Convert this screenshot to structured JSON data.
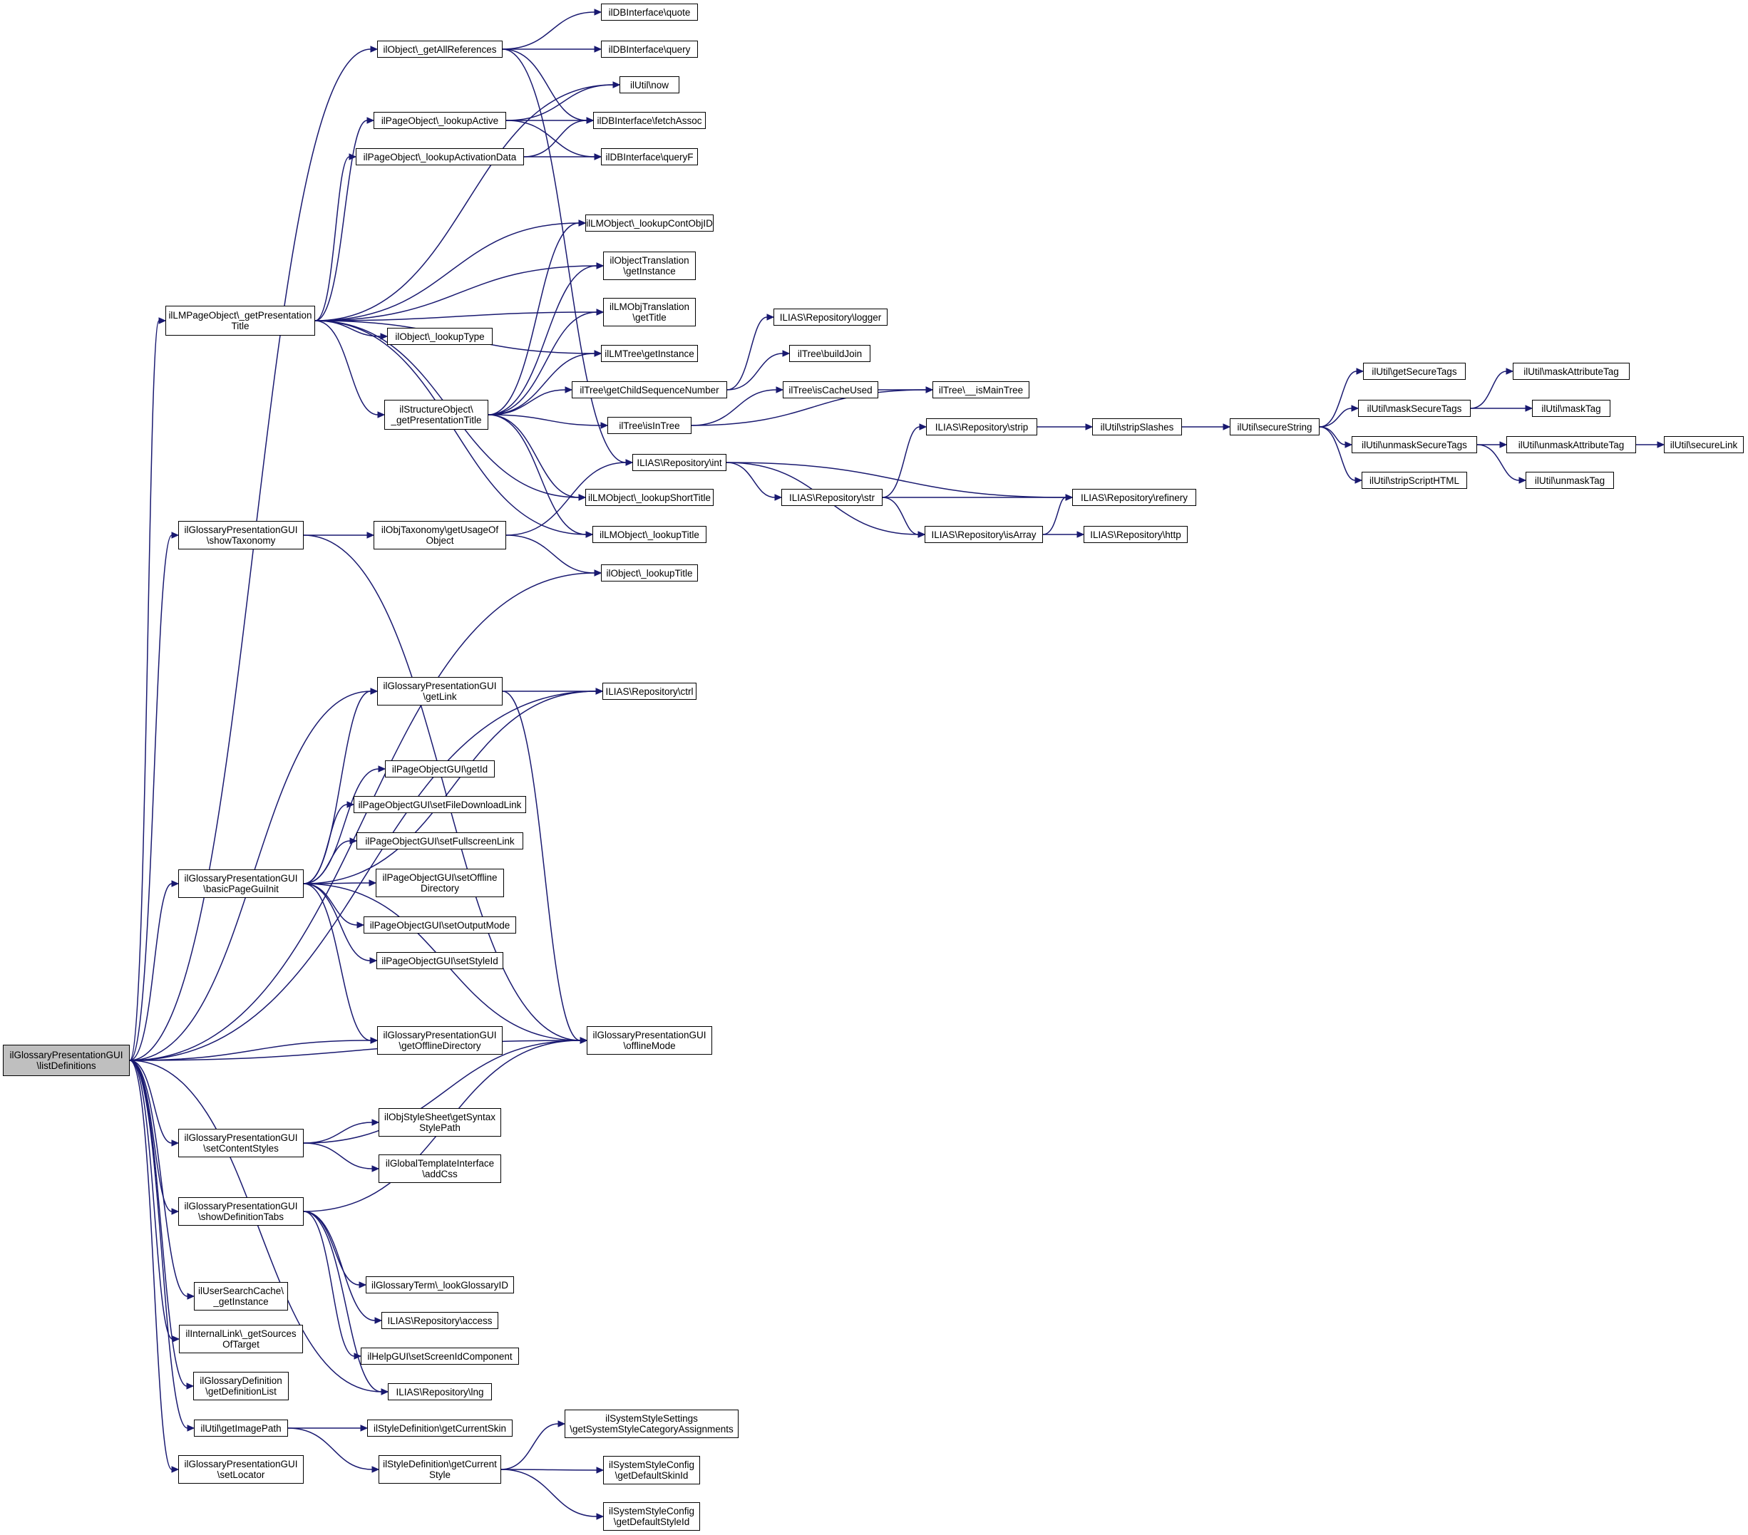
{
  "graph": {
    "root": "n_root",
    "colors": {
      "edge": "#191970",
      "root_fill": "#bfbfbf",
      "node_fill": "#ffffff",
      "node_border": "#000000"
    },
    "nodes": {
      "n_root": "ilGlossaryPresentationGUI\n\\listDefinitions",
      "n_getAllReferences": "ilObject\\_getAllReferences",
      "n_quote": "ilDBInterface\\quote",
      "n_query": "ilDBInterface\\query",
      "n_now": "ilUtil\\now",
      "n_lookupActive": "ilPageObject\\_lookupActive",
      "n_fetchAssoc": "ilDBInterface\\fetchAssoc",
      "n_lookupActivationData": "ilPageObject\\_lookupActivationData",
      "n_queryF": "ilDBInterface\\queryF",
      "n_lookupContObjID": "ilLMObject\\_lookupContObjID",
      "n_objTranslation": "ilObjectTranslation\n\\getInstance",
      "n_getPresTitle": "ilLMPageObject\\_getPresentation\nTitle",
      "n_lmObjTranslation": "ilLMObjTranslation\n\\getTitle",
      "n_lookupType": "ilObject\\_lookupType",
      "n_lmTree": "ilLMTree\\getInstance",
      "n_structPresTitle": "ilStructureObject\\\n_getPresentationTitle",
      "n_childSeq": "ilTree\\getChildSequenceNumber",
      "n_isInTree": "ilTree\\isInTree",
      "n_logger": "ILIAS\\Repository\\logger",
      "n_buildJoin": "ilTree\\buildJoin",
      "n_isCacheUsed": "ilTree\\isCacheUsed",
      "n_isMainTree": "ilTree\\__isMainTree",
      "n_int": "ILIAS\\Repository\\int",
      "n_str": "ILIAS\\Repository\\str",
      "n_refinery": "ILIAS\\Repository\\refinery",
      "n_isArray": "ILIAS\\Repository\\isArray",
      "n_http": "ILIAS\\Repository\\http",
      "n_strip": "ILIAS\\Repository\\strip",
      "n_stripSlashes": "ilUtil\\stripSlashes",
      "n_secureString": "ilUtil\\secureString",
      "n_getSecureTags": "ilUtil\\getSecureTags",
      "n_maskSecureTags": "ilUtil\\maskSecureTags",
      "n_unmaskSecureTags": "ilUtil\\unmaskSecureTags",
      "n_stripScriptHTML": "ilUtil\\stripScriptHTML",
      "n_maskAttributeTag": "ilUtil\\maskAttributeTag",
      "n_maskTag": "ilUtil\\maskTag",
      "n_unmaskAttributeTag": "ilUtil\\unmaskAttributeTag",
      "n_unmaskTag": "ilUtil\\unmaskTag",
      "n_secureLink": "ilUtil\\secureLink",
      "n_lookupShortTitle": "ilLMObject\\_lookupShortTitle",
      "n_lmLookupTitle": "ilLMObject\\_lookupTitle",
      "n_showTaxonomy": "ilGlossaryPresentationGUI\n\\showTaxonomy",
      "n_getUsageOf": "ilObjTaxonomy\\getUsageOf\nObject",
      "n_objLookupTitle": "ilObject\\_lookupTitle",
      "n_getLink": "ilGlossaryPresentationGUI\n\\getLink",
      "n_ctrl": "ILIAS\\Repository\\ctrl",
      "n_getId": "ilPageObjectGUI\\getId",
      "n_setFileDownload": "ilPageObjectGUI\\setFileDownloadLink",
      "n_setFullscreen": "ilPageObjectGUI\\setFullscreenLink",
      "n_basicPageGui": "ilGlossaryPresentationGUI\n\\basicPageGuiInit",
      "n_setOfflineDir": "ilPageObjectGUI\\setOffline\nDirectory",
      "n_setOutputMode": "ilPageObjectGUI\\setOutputMode",
      "n_setStyleId": "ilPageObjectGUI\\setStyleId",
      "n_getOfflineDir": "ilGlossaryPresentationGUI\n\\getOfflineDirectory",
      "n_offlineMode": "ilGlossaryPresentationGUI\n\\offlineMode",
      "n_setContentStyles": "ilGlossaryPresentationGUI\n\\setContentStyles",
      "n_getSyntax": "ilObjStyleSheet\\getSyntax\nStylePath",
      "n_addCss": "ilGlobalTemplateInterface\n\\addCss",
      "n_showDefTabs": "ilGlossaryPresentationGUI\n\\showDefinitionTabs",
      "n_lookGlossaryID": "ilGlossaryTerm\\_lookGlossaryID",
      "n_access": "ILIAS\\Repository\\access",
      "n_setScreenId": "ilHelpGUI\\setScreenIdComponent",
      "n_lng": "ILIAS\\Repository\\lng",
      "n_userSearch": "ilUserSearchCache\\\n_getInstance",
      "n_internalLink": "ilInternalLink\\_getSources\nOfTarget",
      "n_glossaryDef": "ilGlossaryDefinition\n\\getDefinitionList",
      "n_getImagePath": "ilUtil\\getImagePath",
      "n_getCurrentSkin": "ilStyleDefinition\\getCurrentSkin",
      "n_setLocator": "ilGlossaryPresentationGUI\n\\setLocator",
      "n_getCurrentStyle": "ilStyleDefinition\\getCurrent\nStyle",
      "n_sysStyleSettings": "ilSystemStyleSettings\n\\getSystemStyleCategoryAssignments",
      "n_defaultSkin": "ilSystemStyleConfig\n\\getDefaultSkinId",
      "n_defaultStyle": "ilSystemStyleConfig\n\\getDefaultStyleId"
    },
    "edges": [
      [
        "n_root",
        "n_getAllReferences"
      ],
      [
        "n_root",
        "n_getPresTitle"
      ],
      [
        "n_root",
        "n_showTaxonomy"
      ],
      [
        "n_root",
        "n_objLookupTitle"
      ],
      [
        "n_root",
        "n_ctrl"
      ],
      [
        "n_root",
        "n_getLink"
      ],
      [
        "n_root",
        "n_basicPageGui"
      ],
      [
        "n_root",
        "n_getOfflineDir"
      ],
      [
        "n_root",
        "n_offlineMode"
      ],
      [
        "n_root",
        "n_setContentStyles"
      ],
      [
        "n_root",
        "n_showDefTabs"
      ],
      [
        "n_root",
        "n_lng"
      ],
      [
        "n_root",
        "n_userSearch"
      ],
      [
        "n_root",
        "n_internalLink"
      ],
      [
        "n_root",
        "n_glossaryDef"
      ],
      [
        "n_root",
        "n_getImagePath"
      ],
      [
        "n_root",
        "n_setLocator"
      ],
      [
        "n_getAllReferences",
        "n_quote"
      ],
      [
        "n_getAllReferences",
        "n_query"
      ],
      [
        "n_getAllReferences",
        "n_fetchAssoc"
      ],
      [
        "n_getAllReferences",
        "n_int"
      ],
      [
        "n_getPresTitle",
        "n_now"
      ],
      [
        "n_getPresTitle",
        "n_lookupActive"
      ],
      [
        "n_getPresTitle",
        "n_lookupActivationData"
      ],
      [
        "n_getPresTitle",
        "n_lookupContObjID"
      ],
      [
        "n_getPresTitle",
        "n_objTranslation"
      ],
      [
        "n_getPresTitle",
        "n_lmObjTranslation"
      ],
      [
        "n_getPresTitle",
        "n_lookupType"
      ],
      [
        "n_getPresTitle",
        "n_lmTree"
      ],
      [
        "n_getPresTitle",
        "n_structPresTitle"
      ],
      [
        "n_getPresTitle",
        "n_lookupShortTitle"
      ],
      [
        "n_getPresTitle",
        "n_lmLookupTitle"
      ],
      [
        "n_lookupActive",
        "n_now"
      ],
      [
        "n_lookupActive",
        "n_fetchAssoc"
      ],
      [
        "n_lookupActive",
        "n_queryF"
      ],
      [
        "n_lookupActivationData",
        "n_fetchAssoc"
      ],
      [
        "n_lookupActivationData",
        "n_queryF"
      ],
      [
        "n_structPresTitle",
        "n_lookupContObjID"
      ],
      [
        "n_structPresTitle",
        "n_objTranslation"
      ],
      [
        "n_structPresTitle",
        "n_lmObjTranslation"
      ],
      [
        "n_structPresTitle",
        "n_lmTree"
      ],
      [
        "n_structPresTitle",
        "n_childSeq"
      ],
      [
        "n_structPresTitle",
        "n_isInTree"
      ],
      [
        "n_structPresTitle",
        "n_lookupShortTitle"
      ],
      [
        "n_structPresTitle",
        "n_lmLookupTitle"
      ],
      [
        "n_childSeq",
        "n_logger"
      ],
      [
        "n_childSeq",
        "n_buildJoin"
      ],
      [
        "n_isInTree",
        "n_isCacheUsed"
      ],
      [
        "n_isInTree",
        "n_isMainTree"
      ],
      [
        "n_isCacheUsed",
        "n_isMainTree"
      ],
      [
        "n_int",
        "n_str"
      ],
      [
        "n_int",
        "n_refinery"
      ],
      [
        "n_int",
        "n_isArray"
      ],
      [
        "n_str",
        "n_strip"
      ],
      [
        "n_str",
        "n_refinery"
      ],
      [
        "n_str",
        "n_isArray"
      ],
      [
        "n_isArray",
        "n_refinery"
      ],
      [
        "n_isArray",
        "n_http"
      ],
      [
        "n_strip",
        "n_stripSlashes"
      ],
      [
        "n_stripSlashes",
        "n_secureString"
      ],
      [
        "n_secureString",
        "n_getSecureTags"
      ],
      [
        "n_secureString",
        "n_maskSecureTags"
      ],
      [
        "n_secureString",
        "n_unmaskSecureTags"
      ],
      [
        "n_secureString",
        "n_stripScriptHTML"
      ],
      [
        "n_maskSecureTags",
        "n_maskAttributeTag"
      ],
      [
        "n_maskSecureTags",
        "n_maskTag"
      ],
      [
        "n_unmaskSecureTags",
        "n_unmaskAttributeTag"
      ],
      [
        "n_unmaskSecureTags",
        "n_unmaskTag"
      ],
      [
        "n_unmaskAttributeTag",
        "n_secureLink"
      ],
      [
        "n_showTaxonomy",
        "n_getUsageOf"
      ],
      [
        "n_showTaxonomy",
        "n_offlineMode"
      ],
      [
        "n_getUsageOf",
        "n_int"
      ],
      [
        "n_getUsageOf",
        "n_objLookupTitle"
      ],
      [
        "n_getLink",
        "n_ctrl"
      ],
      [
        "n_getLink",
        "n_offlineMode"
      ],
      [
        "n_basicPageGui",
        "n_getLink"
      ],
      [
        "n_basicPageGui",
        "n_ctrl"
      ],
      [
        "n_basicPageGui",
        "n_getId"
      ],
      [
        "n_basicPageGui",
        "n_setFileDownload"
      ],
      [
        "n_basicPageGui",
        "n_setFullscreen"
      ],
      [
        "n_basicPageGui",
        "n_setOfflineDir"
      ],
      [
        "n_basicPageGui",
        "n_setOutputMode"
      ],
      [
        "n_basicPageGui",
        "n_setStyleId"
      ],
      [
        "n_basicPageGui",
        "n_getOfflineDir"
      ],
      [
        "n_basicPageGui",
        "n_offlineMode"
      ],
      [
        "n_setContentStyles",
        "n_getSyntax"
      ],
      [
        "n_setContentStyles",
        "n_addCss"
      ],
      [
        "n_setContentStyles",
        "n_offlineMode"
      ],
      [
        "n_showDefTabs",
        "n_offlineMode"
      ],
      [
        "n_showDefTabs",
        "n_lookGlossaryID"
      ],
      [
        "n_showDefTabs",
        "n_access"
      ],
      [
        "n_showDefTabs",
        "n_setScreenId"
      ],
      [
        "n_showDefTabs",
        "n_lng"
      ],
      [
        "n_getImagePath",
        "n_getCurrentSkin"
      ],
      [
        "n_getImagePath",
        "n_getCurrentStyle"
      ],
      [
        "n_getCurrentStyle",
        "n_sysStyleSettings"
      ],
      [
        "n_getCurrentStyle",
        "n_defaultSkin"
      ],
      [
        "n_getCurrentStyle",
        "n_defaultStyle"
      ]
    ]
  }
}
